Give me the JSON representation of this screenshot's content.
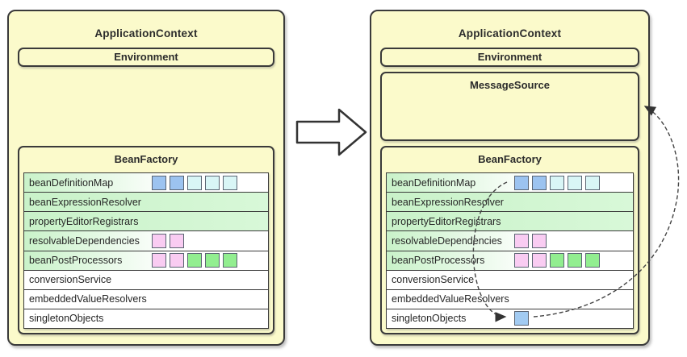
{
  "colors": {
    "panel_bg": "#FBFACB",
    "line": "#3A3A3A",
    "row_green": "#C9F2C9",
    "square_blue": "#9CC3F0",
    "square_cyan": "#D9F6F6",
    "square_pink": "#F9CCF2",
    "square_green": "#92EE90",
    "square_singleton_blue": "#A2CBF2",
    "arrow": "#333333"
  },
  "left_panel": {
    "title": "ApplicationContext",
    "environment": "Environment",
    "bean_factory_title": "BeanFactory",
    "rows": [
      {
        "label": "beanDefinitionMap",
        "bg": "fade",
        "squares": [
          "blue",
          "blue",
          "cyan",
          "cyan",
          "cyan"
        ]
      },
      {
        "label": "beanExpressionResolver",
        "bg": "green",
        "squares": []
      },
      {
        "label": "propertyEditorRegistrars",
        "bg": "green",
        "squares": []
      },
      {
        "label": "resolvableDependencies",
        "bg": "fade",
        "squares": [
          "pink",
          "pink"
        ]
      },
      {
        "label": "beanPostProcessors",
        "bg": "fade",
        "squares": [
          "pink",
          "pink",
          "green",
          "green",
          "green"
        ]
      },
      {
        "label": "conversionService",
        "bg": "white",
        "squares": []
      },
      {
        "label": "embeddedValueResolvers",
        "bg": "white",
        "squares": []
      },
      {
        "label": "singletonObjects",
        "bg": "white",
        "squares": []
      }
    ]
  },
  "right_panel": {
    "title": "ApplicationContext",
    "environment": "Environment",
    "message_source": "MessageSource",
    "bean_factory_title": "BeanFactory",
    "rows": [
      {
        "label": "beanDefinitionMap",
        "bg": "fade",
        "squares": [
          "blue",
          "blue",
          "cyan",
          "cyan",
          "cyan"
        ]
      },
      {
        "label": "beanExpressionResolver",
        "bg": "green",
        "squares": []
      },
      {
        "label": "propertyEditorRegistrars",
        "bg": "green",
        "squares": []
      },
      {
        "label": "resolvableDependencies",
        "bg": "fade",
        "squares": [
          "pink",
          "pink"
        ]
      },
      {
        "label": "beanPostProcessors",
        "bg": "fade",
        "squares": [
          "pink",
          "pink",
          "green",
          "green",
          "green"
        ]
      },
      {
        "label": "conversionService",
        "bg": "white",
        "squares": []
      },
      {
        "label": "embeddedValueResolvers",
        "bg": "white",
        "squares": []
      },
      {
        "label": "singletonObjects",
        "bg": "white",
        "squares": [
          "singleton_blue"
        ]
      }
    ]
  }
}
